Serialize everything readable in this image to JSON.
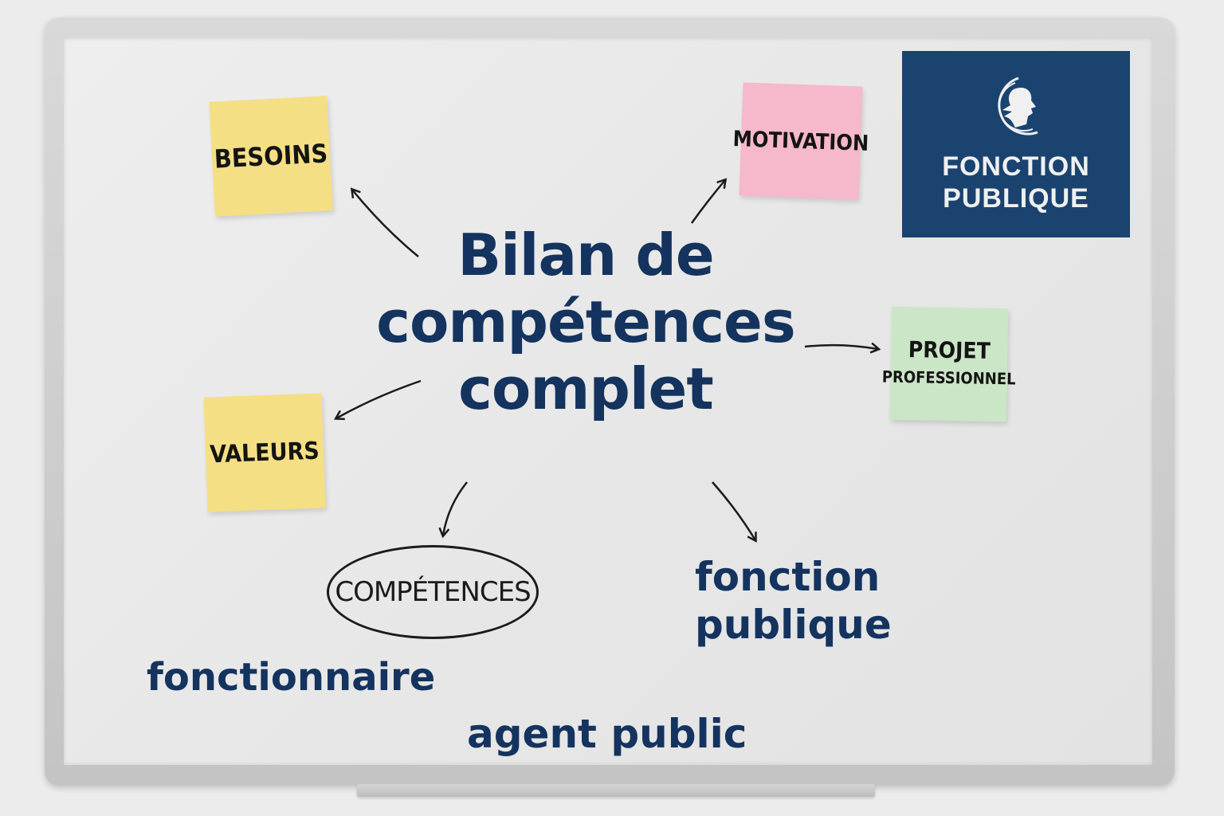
{
  "whiteboard": {
    "title_lines": [
      "Bilan de",
      "compétences",
      "complet"
    ],
    "sticky_notes": [
      {
        "label": "BESOINS",
        "color": "#f5df85"
      },
      {
        "label": "MOTIVATION",
        "color": "#f6b8cb"
      },
      {
        "label_line1": "PROJET",
        "label_line2": "PROFESSIONNEL",
        "color": "#cbe6c7"
      },
      {
        "label": "VALEURS",
        "color": "#f5df85"
      }
    ],
    "circled_label": "COMPÉTENCES",
    "keywords": {
      "fonction_publique_line1": "fonction",
      "fonction_publique_line2": "publique",
      "fonctionnaire": "fonctionnaire",
      "agent_public": "agent public"
    },
    "logo": {
      "line1": "FONCTION",
      "line2": "PUBLIQUE",
      "icon": "marianne-profile-icon",
      "background": "#1a4370"
    },
    "colors": {
      "title": "#14335e",
      "ink": "#1b1b1b"
    }
  }
}
